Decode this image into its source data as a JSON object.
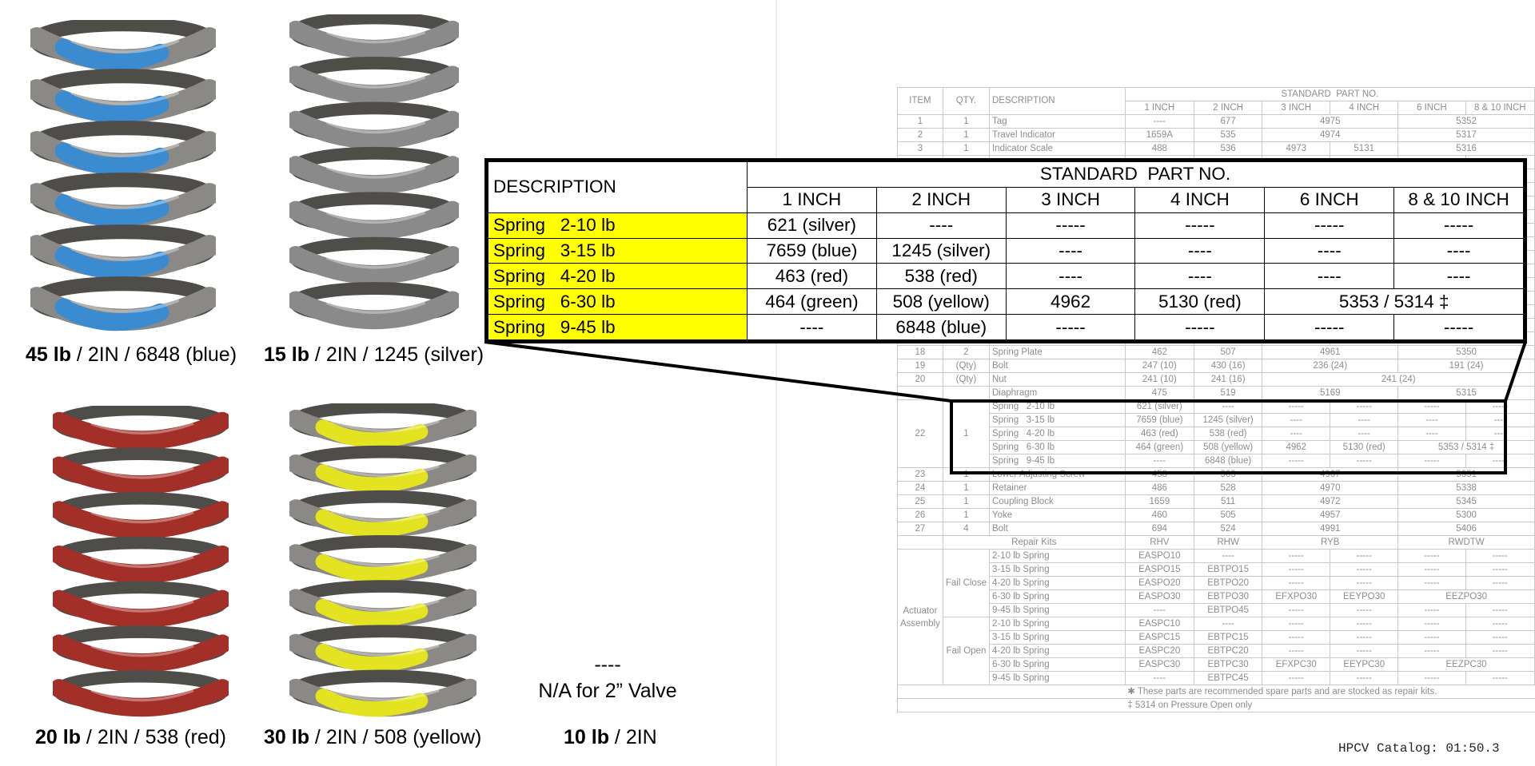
{
  "springs": [
    {
      "id": "blue",
      "weight": "45 lb",
      "rest": " / 2IN / 6848 (blue)",
      "color": "#3b8bd0"
    },
    {
      "id": "silver",
      "weight": "15 lb",
      "rest": " / 2IN / 1245 (silver)",
      "color": "#8a8a8a"
    },
    {
      "id": "red",
      "weight": "20 lb",
      "rest": " / 2IN / 538 (red)",
      "color": "#a33028"
    },
    {
      "id": "yellow",
      "weight": "30 lb",
      "rest": " / 2IN / 508 (yellow)",
      "color": "#e3e321"
    },
    {
      "id": "none",
      "weight": "10 lb",
      "rest": " / 2IN"
    }
  ],
  "na_dash": "----",
  "na_text": "N/A for 2” Valve",
  "zoom": {
    "desc_header": "DESCRIPTION",
    "group_header": "STANDARD  PART NO.",
    "sizes": [
      "1 INCH",
      "2 INCH",
      "3 INCH",
      "4 INCH",
      "6 INCH",
      "8 & 10 INCH"
    ],
    "rows": [
      {
        "desc": "Spring   2-10 lb",
        "cells": [
          "621 (silver)",
          "----",
          "-----",
          "-----",
          "-----",
          "-----"
        ]
      },
      {
        "desc": "Spring   3-15 lb",
        "cells": [
          "7659 (blue)",
          "1245 (silver)",
          "----",
          "----",
          "----",
          "----"
        ]
      },
      {
        "desc": "Spring   4-20 lb",
        "cells": [
          "463 (red)",
          "538 (red)",
          "----",
          "----",
          "----",
          "----"
        ]
      },
      {
        "desc": "Spring   6-30 lb",
        "cells": [
          "464 (green)",
          "508 (yellow)",
          "4962",
          "5130 (red)",
          "5353 / 5314 ‡"
        ]
      },
      {
        "desc": "Spring   9-45 lb",
        "cells": [
          "----",
          "6848 (blue)",
          "-----",
          "-----",
          "-----",
          "-----"
        ]
      }
    ]
  },
  "bg": {
    "h_item": "ITEM",
    "h_qty": "QTY.",
    "h_desc": "DESCRIPTION",
    "h_std": "STANDARD  PART NO.",
    "sizes": [
      "1 INCH",
      "2 INCH",
      "3 INCH",
      "4 INCH",
      "6 INCH",
      "8 & 10 INCH"
    ],
    "top_rows": [
      {
        "item": "1",
        "qty": "1",
        "desc": "Tag",
        "v1": "----",
        "v2": "677",
        "v34": "4975",
        "v68": "5352"
      },
      {
        "item": "2",
        "qty": "1",
        "desc": "Travel Indicator",
        "v1": "1659A",
        "v2": "535",
        "v34": "4974",
        "v68": "5317"
      },
      {
        "item": "3",
        "qty": "1",
        "desc": "Indicator Scale",
        "v1": "488",
        "v2": "536",
        "v3": "4973",
        "v4": "5131",
        "v68": "5316"
      }
    ],
    "mid_rows": [
      {
        "item": "18",
        "qty": "2",
        "desc": "Spring Plate",
        "v1": "462",
        "v2": "507",
        "v34": "4961",
        "v68": "5350"
      },
      {
        "item": "19",
        "qty": "(Qty)",
        "desc": "Bolt",
        "v1": "247 (10)",
        "v2": "430 (16)",
        "v34": "236 (24)",
        "v68": "191 (24)"
      },
      {
        "item": "20",
        "qty": "(Qty)",
        "desc": "Nut",
        "v1": "241 (10)",
        "v2": "241 (16)",
        "v3_8": "241 (24)"
      },
      {
        "item": "",
        "qty": "",
        "desc": "Diaphragm",
        "v1": "475",
        "v2": "519",
        "v34": "5169",
        "v68": "5315"
      }
    ],
    "spring_item": "22",
    "spring_qty": "1",
    "spring_rows": [
      {
        "desc": "Spring   2-10 lb",
        "c": [
          "621 (silver)",
          "----",
          "-----",
          "-----",
          "-----",
          "-----"
        ]
      },
      {
        "desc": "Spring   3-15 lb",
        "c": [
          "7659 (blue)",
          "1245 (silver)",
          "----",
          "----",
          "----",
          "----"
        ]
      },
      {
        "desc": "Spring   4-20 lb",
        "c": [
          "463 (red)",
          "538 (red)",
          "----",
          "----",
          "----",
          "----"
        ]
      },
      {
        "desc": "Spring   6-30 lb",
        "c": [
          "464 (green)",
          "508 (yellow)",
          "4962",
          "5130 (red)",
          "5353 / 5314 ‡"
        ]
      },
      {
        "desc": "Spring   9-45 lb",
        "c": [
          "----",
          "6848 (blue)",
          "-----",
          "-----",
          "-----",
          "-----"
        ]
      }
    ],
    "lower_rows": [
      {
        "item": "23",
        "qty": "1",
        "desc": "Lower Adjusting Screw",
        "v1": "458",
        "v2": "503",
        "v34": "4967",
        "v68": "5351"
      },
      {
        "item": "24",
        "qty": "1",
        "desc": "Retainer",
        "v1": "486",
        "v2": "528",
        "v34": "4970",
        "v68": "5338"
      },
      {
        "item": "25",
        "qty": "1",
        "desc": "Coupling Block",
        "v1": "1659",
        "v2": "511",
        "v34": "4972",
        "v68": "5345"
      },
      {
        "item": "26",
        "qty": "1",
        "desc": "Yoke",
        "v1": "460",
        "v2": "505",
        "v34": "4957",
        "v68": "5300"
      },
      {
        "item": "27",
        "qty": "4",
        "desc": "Bolt",
        "v1": "694",
        "v2": "524",
        "v34": "4991",
        "v68": "5406"
      }
    ],
    "repair_label": "Repair Kits",
    "repair_codes": [
      "RHV",
      "RHW",
      "RYB",
      "RWDTW"
    ],
    "assembly_label": "Actuator Assembly",
    "fail_close": "Fail Close",
    "fail_open": "Fail Open",
    "close_rows": [
      {
        "s": "2-10 lb Spring",
        "c": [
          "EASPO10",
          "----",
          "-----",
          "-----",
          "-----",
          "-----"
        ]
      },
      {
        "s": "3-15 lb Spring",
        "c": [
          "EASPO15",
          "EBTPO15",
          "-----",
          "-----",
          "-----",
          "-----"
        ]
      },
      {
        "s": "4-20 lb Spring",
        "c": [
          "EASPO20",
          "EBTPO20",
          "-----",
          "-----",
          "-----",
          "-----"
        ]
      },
      {
        "s": "6-30 lb Spring",
        "c": [
          "EASPO30",
          "EBTPO30",
          "EFXPO30",
          "EEYPO30",
          "EEZPO30"
        ]
      },
      {
        "s": "9-45 lb Spring",
        "c": [
          "----",
          "EBTPO45",
          "-----",
          "-----",
          "-----",
          "-----"
        ]
      }
    ],
    "open_rows": [
      {
        "s": "2-10 lb Spring",
        "c": [
          "EASPC10",
          "----",
          "-----",
          "-----",
          "-----",
          "-----"
        ]
      },
      {
        "s": "3-15 lb Spring",
        "c": [
          "EASPC15",
          "EBTPC15",
          "-----",
          "-----",
          "-----",
          "-----"
        ]
      },
      {
        "s": "4-20 lb Spring",
        "c": [
          "EASPC20",
          "EBTPC20",
          "-----",
          "-----",
          "-----",
          "-----"
        ]
      },
      {
        "s": "6-30 lb Spring",
        "c": [
          "EASPC30",
          "EBTPC30",
          "EFXPC30",
          "EEYPC30",
          "EEZPC30"
        ]
      },
      {
        "s": "9-45 lb Spring",
        "c": [
          "----",
          "EBTPC45",
          "-----",
          "-----",
          "-----",
          "-----"
        ]
      }
    ],
    "note1": "✱  These parts are recommended spare parts and are stocked as repair kits.",
    "note2": "‡ 5314 on Pressure Open only"
  },
  "footer": "HPCV Catalog: 01:50.3"
}
